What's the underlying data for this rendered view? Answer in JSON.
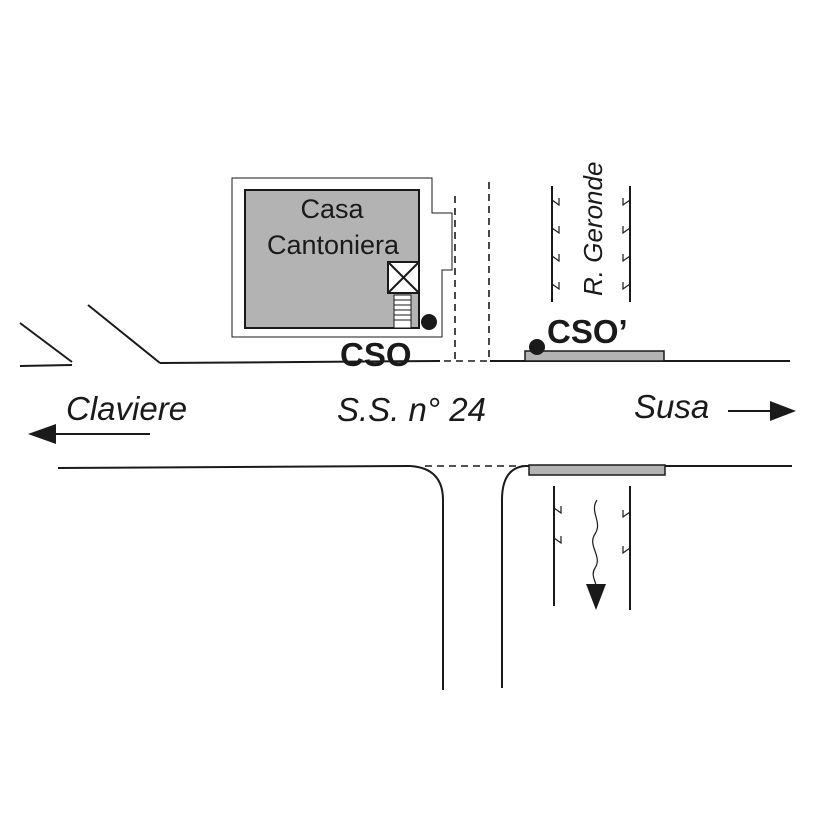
{
  "labels": {
    "building_line1": "Casa",
    "building_line2": "Cantoniera",
    "station_cso": "CSO",
    "station_cso_prime": "CSO’",
    "river": "R. Geronde",
    "road": "S.S. n° 24",
    "west_destination": "Claviere",
    "east_destination": "Susa"
  },
  "colors": {
    "ink": "#1a1a1a",
    "building_fill": "#b3b3b3",
    "bridge_fill": "#b3b3b3",
    "background": "#ffffff"
  }
}
